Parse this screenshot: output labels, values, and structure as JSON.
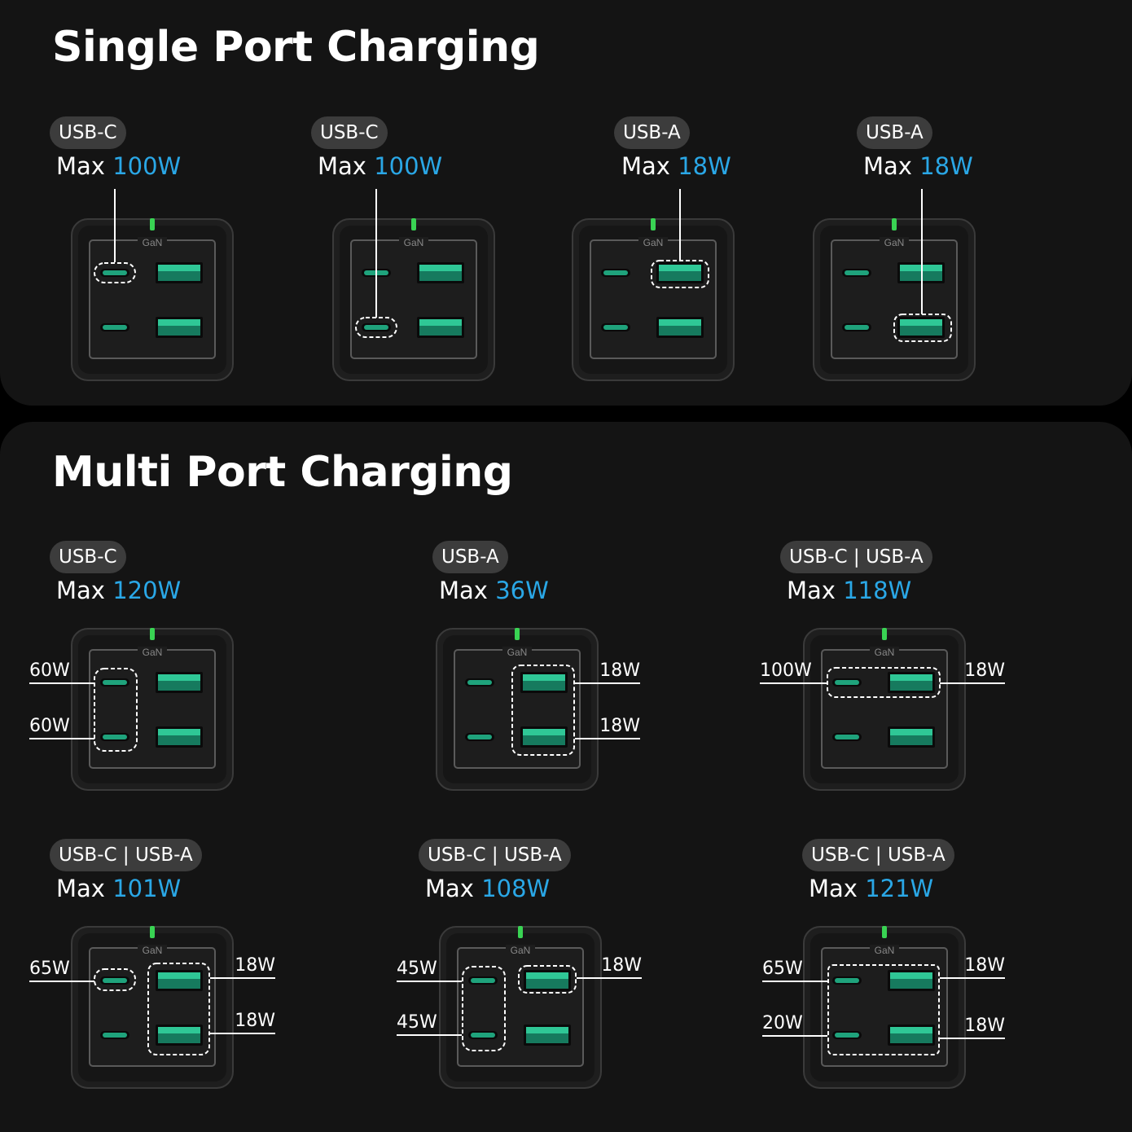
{
  "single": {
    "title": "Single Port Charging",
    "items": [
      {
        "port": "USB-C",
        "max_prefix": "Max",
        "max_value": "100W"
      },
      {
        "port": "USB-C",
        "max_prefix": "Max",
        "max_value": "100W"
      },
      {
        "port": "USB-A",
        "max_prefix": "Max",
        "max_value": "18W"
      },
      {
        "port": "USB-A",
        "max_prefix": "Max",
        "max_value": "18W"
      }
    ]
  },
  "multi": {
    "title": "Multi Port Charging",
    "items": [
      {
        "port": "USB-C",
        "max_prefix": "Max",
        "max_value": "120W",
        "labels": [
          "60W",
          "60W"
        ]
      },
      {
        "port": "USB-A",
        "max_prefix": "Max",
        "max_value": "36W",
        "labels": [
          "18W",
          "18W"
        ]
      },
      {
        "port": "USB-C | USB-A",
        "max_prefix": "Max",
        "max_value": "118W",
        "labels": [
          "100W",
          "18W"
        ]
      },
      {
        "port": "USB-C | USB-A",
        "max_prefix": "Max",
        "max_value": "101W",
        "labels": [
          "65W",
          "18W",
          "18W"
        ]
      },
      {
        "port": "USB-C | USB-A",
        "max_prefix": "Max",
        "max_value": "108W",
        "labels": [
          "45W",
          "45W",
          "18W"
        ]
      },
      {
        "port": "USB-C | USB-A",
        "max_prefix": "Max",
        "max_value": "121W",
        "labels": [
          "65W",
          "20W",
          "18W",
          "18W"
        ]
      }
    ]
  },
  "device": {
    "brand_text": "GaN"
  },
  "colors": {
    "accent": "#2aa7e6",
    "port_green": "#1fa37c",
    "led_green": "#39d353",
    "pill_bg": "#3c3c3c"
  }
}
